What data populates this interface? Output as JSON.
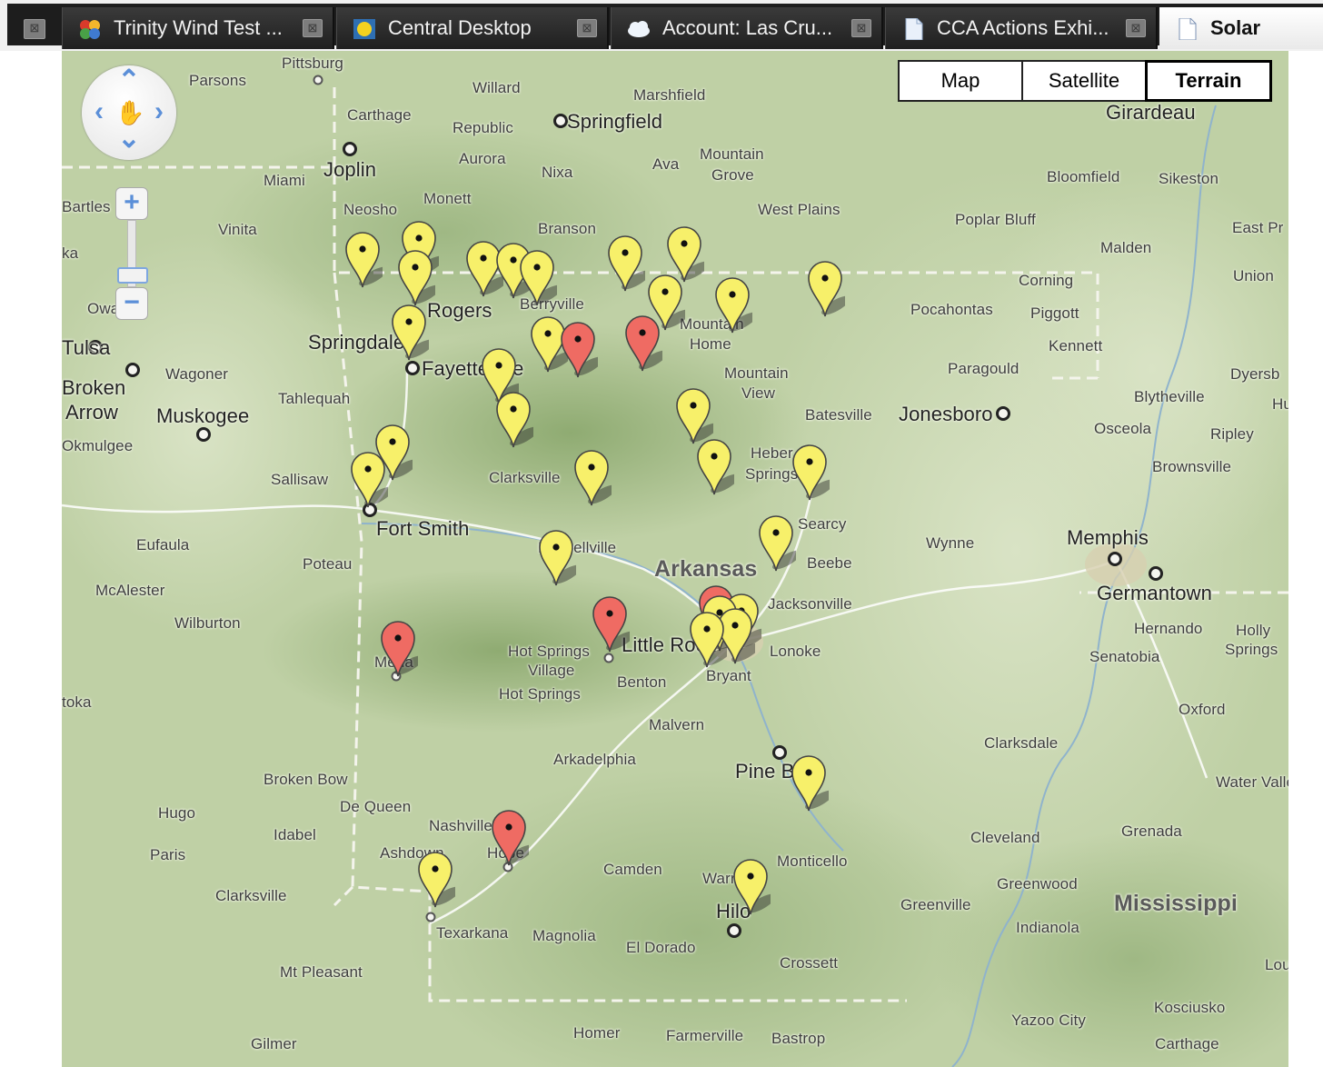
{
  "tabs": [
    {
      "label": "Trinity Wind Test ...",
      "icon": "flower-icon",
      "active": false
    },
    {
      "label": "Central Desktop",
      "icon": "central-desktop-icon",
      "active": false
    },
    {
      "label": "Account: Las Cru...",
      "icon": "cloud-icon",
      "active": false
    },
    {
      "label": "CCA Actions Exhi...",
      "icon": "document-icon",
      "active": false
    },
    {
      "label": "Solar",
      "icon": "document-icon",
      "active": true
    }
  ],
  "map": {
    "type_buttons": [
      "Map",
      "Satellite",
      "Terrain"
    ],
    "selected_type": "Terrain",
    "colors": {
      "yellow_marker": "#f7f06a",
      "red_marker": "#ef6b63",
      "terrain": "#bccda0"
    },
    "places": [
      "Pittsburg",
      "Parsons",
      "Willard",
      "Marshfield",
      "Carthage",
      "Republic",
      "Springfield",
      "Girardeau",
      "Joplin",
      "Aurora",
      "Nixa",
      "Ava",
      "Mountain",
      "Grove",
      "Miami",
      "Bloomfield",
      "Sikeston",
      "Monett",
      "Neosho",
      "West Plains",
      "Bartles",
      "Vinita",
      "Poplar Bluff",
      "East Pr",
      "Branson",
      "Malden",
      "Corning",
      "Union",
      "Rogers",
      "Berryville",
      "Pocahontas",
      "Piggott",
      "Mountain",
      "Home",
      "Springdale",
      "Kennett",
      "Wagoner",
      "Fayetteville",
      "Paragould",
      "Dyersb",
      "Broken",
      "Arrow",
      "Tahlequah",
      "Mountain",
      "View",
      "Blytheville",
      "Muskogee",
      "Batesville",
      "Jonesboro",
      "Hu",
      "Osceola",
      "Ripley",
      "Okmulgee",
      "Heber",
      "Springs",
      "Brownsville",
      "Sallisaw",
      "Clarksville",
      "Fort Smith",
      "Searcy",
      "Eufaula",
      "Russellville",
      "Wynne",
      "Memphis",
      "Poteau",
      "Arkansas",
      "Beebe",
      "Germantown",
      "McAlester",
      "Jacksonville",
      "Wilburton",
      "Hernando",
      "Holly",
      "Springs",
      "Mena",
      "Hot Springs",
      "Village",
      "Little Rock",
      "Lonoke",
      "Senatobia",
      "Benton",
      "Bryant",
      "Hot Springs",
      "Oxford",
      "Malvern",
      "Arkadelphia",
      "Clarksdale",
      "Pine Bluff",
      "Broken Bow",
      "Water Valley",
      "De Queen",
      "Hugo",
      "Nashville",
      "Idabel",
      "Grenada",
      "Paris",
      "Ashdown",
      "Hope",
      "Cleveland",
      "Camden",
      "Monticello",
      "Warren",
      "Clarksville",
      "Greenwood",
      "Greenville",
      "Mississippi",
      "Hilo",
      "Indianola",
      "Texarkana",
      "Magnolia",
      "El Dorado",
      "Mt Pleasant",
      "Crossett",
      "Louis",
      "Kosciusko",
      "Yazoo City",
      "Homer",
      "Farmerville",
      "Bastrop",
      "Gilmer",
      "Carthage",
      "Tulsa",
      "Owasso",
      "ka",
      "toka"
    ]
  }
}
